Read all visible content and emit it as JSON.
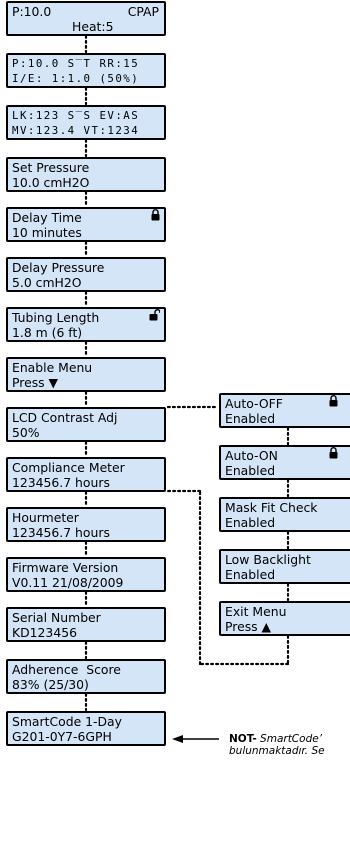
{
  "screens": [
    {
      "line1_left": "P:10.0",
      "line1_right": "CPAP",
      "line2": "Heat:5"
    },
    {
      "line1": "P:10.0 S‾T RR:15",
      "line2": "I/E: 1:1.0 (50%)"
    },
    {
      "line1": "LK:123 S‾S EV:AS",
      "line2": "MV:123.4 VT:1234"
    },
    {
      "line1": "Set Pressure",
      "line2": "10.0 cmH2O"
    },
    {
      "line1": "Delay Time",
      "line2": "10 minutes",
      "icon": "lock-closed-icon"
    },
    {
      "line1": "Delay Pressure",
      "line2": "5.0 cmH2O"
    },
    {
      "line1": "Tubing Length",
      "line2": "1.8 m (6 ft)",
      "icon": "lock-open-icon"
    },
    {
      "line1": "Enable Menu",
      "line2": "Press ▼"
    },
    {
      "line1": "LCD Contrast Adj",
      "line2": "50%"
    },
    {
      "line1": "Compliance Meter",
      "line2": "123456.7 hours"
    },
    {
      "line1": "Hourmeter",
      "line2": "123456.7 hours"
    },
    {
      "line1": "Firmware Version",
      "line2": "V0.11 21/08/2009"
    },
    {
      "line1": "Serial Number",
      "line2": "KD123456"
    },
    {
      "line1": "Adherence  Score",
      "line2": "83% (25/30)"
    },
    {
      "line1": "SmartCode 1-Day",
      "line2": "G201-0Y7-6GPH"
    }
  ],
  "submenu": [
    {
      "line1": "Auto-OFF",
      "line2": "Enabled",
      "icon": "lock-closed-icon"
    },
    {
      "line1": "Auto-ON",
      "line2": "Enabled",
      "icon": "lock-closed-icon"
    },
    {
      "line1": "Mask Fit Check",
      "line2": "Enabled"
    },
    {
      "line1": "Low Backlight",
      "line2": "Enabled"
    },
    {
      "line1": "Exit Menu",
      "line2": "Press ▲"
    }
  ],
  "note": {
    "label": "NOT-",
    "line1": "SmartCode’",
    "line2": "bulunmaktadır.  Se",
    "line3": "..."
  },
  "colors": {
    "screen_bg": "#d3e5f7",
    "border": "#000000"
  }
}
